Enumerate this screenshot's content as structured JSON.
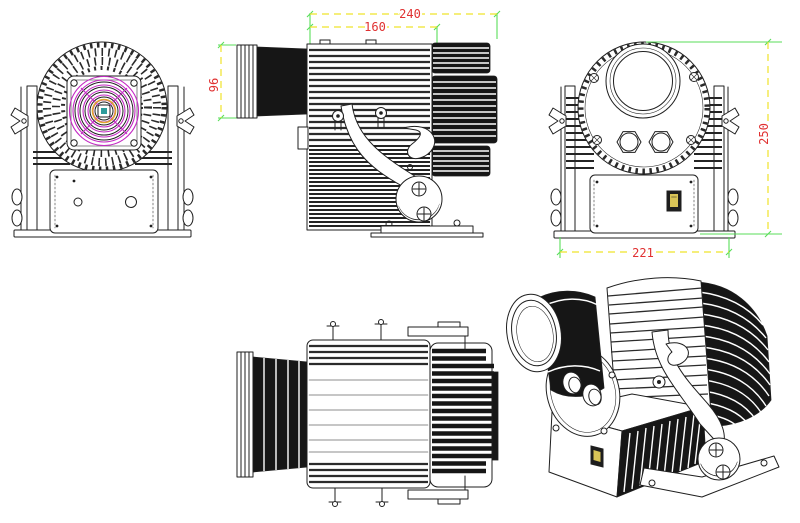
{
  "drawing": {
    "dimensions": {
      "overall_length": "240",
      "body_length": "160",
      "lens_front_height": "96",
      "overall_height": "250",
      "base_width": "221"
    },
    "colors": {
      "line": "#1f1f1f",
      "dark_fill": "#161616",
      "dim_text": "#e03131",
      "dim_line": "#efe32a",
      "ext_line": "#5ade5a",
      "fan_accent": "#c42ac4",
      "fan_hub_ring": "#e0a62e",
      "fan_hub_center": "#2e9c9c",
      "switch_fill": "#d9c457"
    }
  }
}
